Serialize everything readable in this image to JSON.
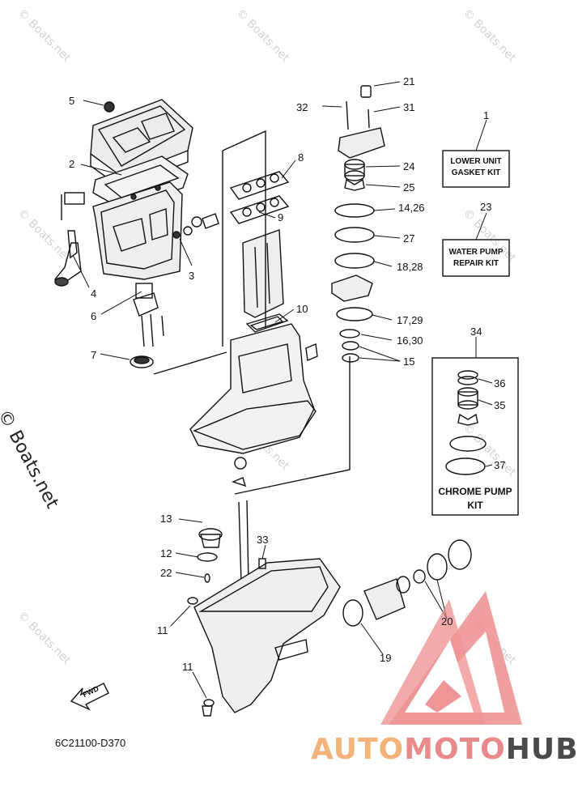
{
  "watermark": {
    "text": "© Boats.net"
  },
  "part_code": "6C21100-D370",
  "logo": {
    "part1": "AUTO",
    "part2": "MOTO",
    "part3": "HUB"
  },
  "callouts": [
    "5",
    "2",
    "4",
    "6",
    "7",
    "3",
    "8",
    "9",
    "10",
    "13",
    "12",
    "22",
    "11",
    "33",
    "11",
    "19",
    "20",
    "21",
    "32",
    "31",
    "24",
    "25",
    "14,26",
    "27",
    "18,28",
    "17,29",
    "16,30",
    "15",
    "1",
    "23",
    "34",
    "36",
    "35",
    "37"
  ],
  "boxes": {
    "lower_unit": {
      "line1": "LOWER UNIT",
      "line2": "GASKET KIT"
    },
    "water_pump": {
      "line1": "WATER PUMP",
      "line2": "REPAIR KIT"
    },
    "chrome_pump": {
      "line1": "CHROME PUMP",
      "line2": "KIT"
    }
  },
  "fwd_label": "FWD",
  "colors": {
    "logo_orange": "#f3b37a",
    "logo_red": "#e98a8a",
    "logo_dark": "#4a4a4a"
  }
}
